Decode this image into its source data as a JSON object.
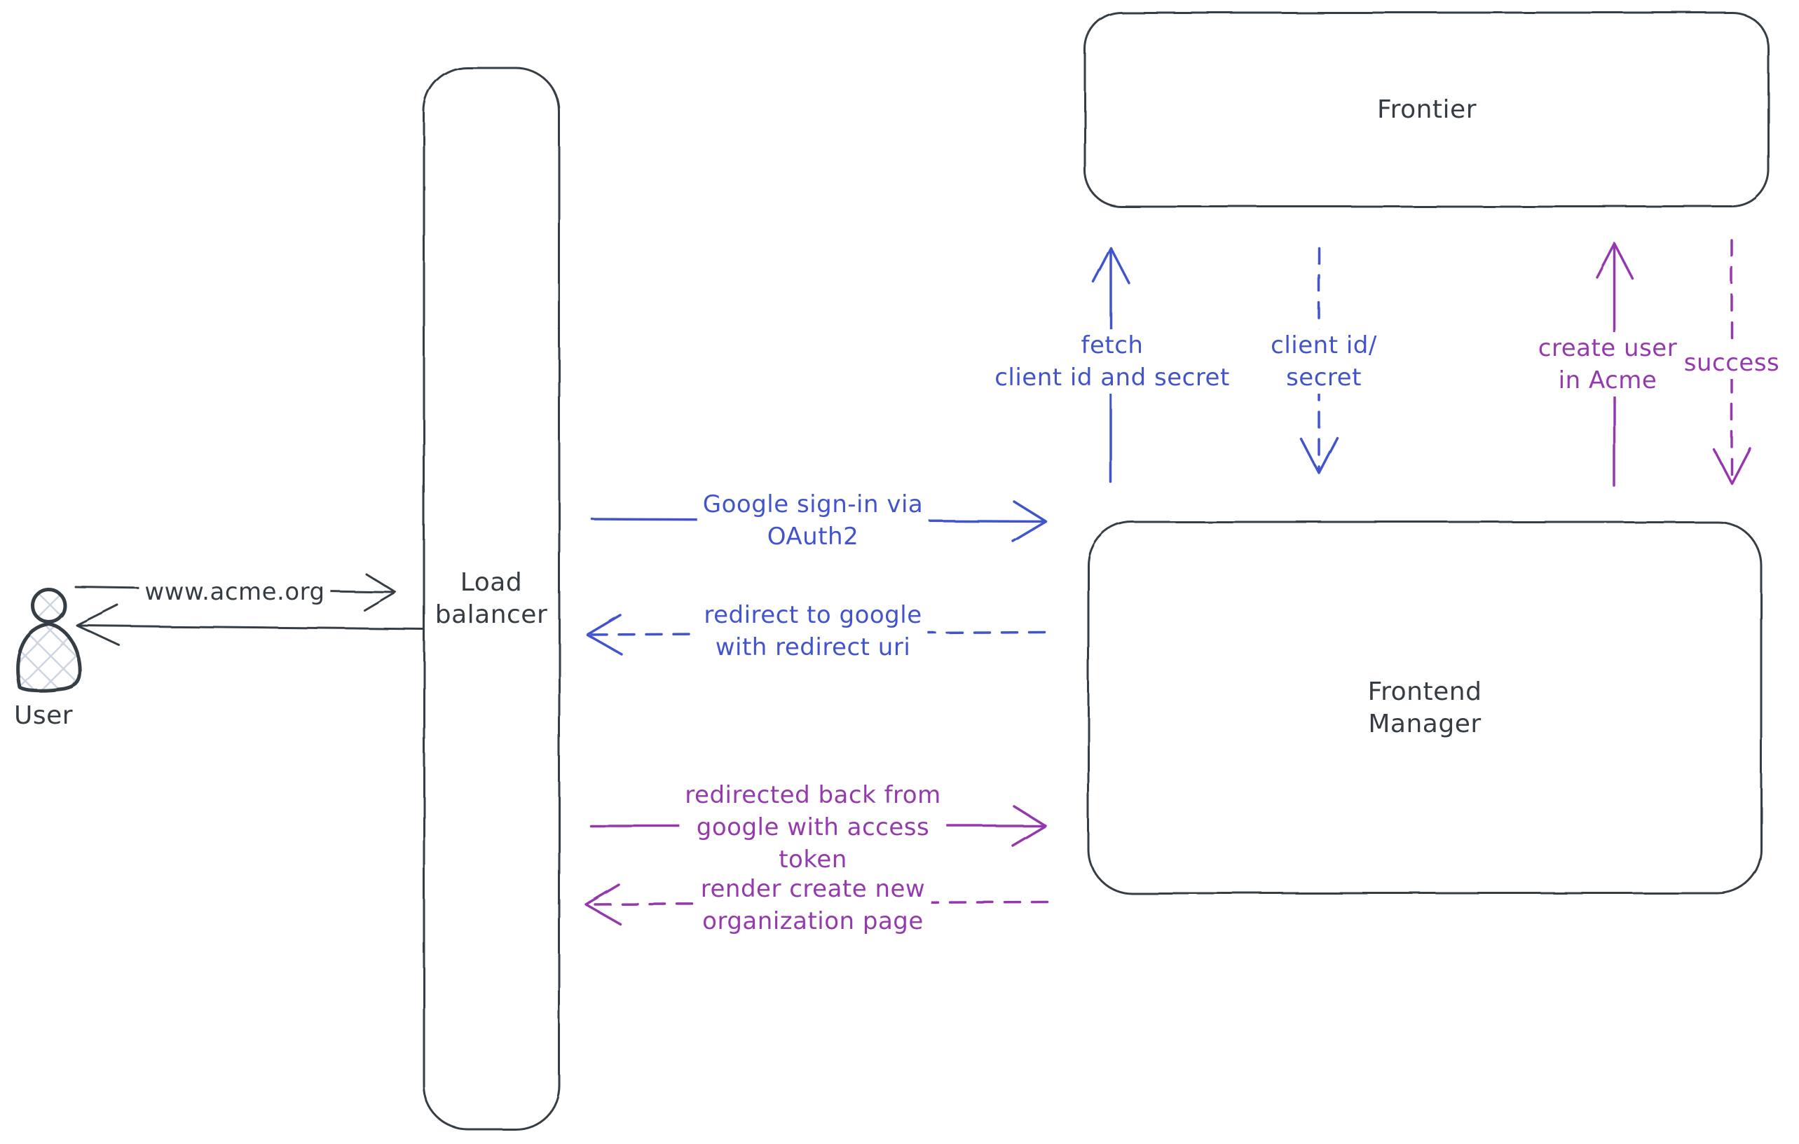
{
  "diagram": {
    "background": "#ffffff",
    "colors": {
      "dark": "#363c44",
      "blue": "#4154cd",
      "purple": "#9539ae",
      "hatch": "#ccd5e0"
    },
    "nodes": {
      "user": {
        "label": "User",
        "shape": "person"
      },
      "load_balancer": {
        "label": "Load\nbalancer",
        "shape": "rounded-rect"
      },
      "frontier": {
        "label": "Frontier",
        "shape": "rounded-rect"
      },
      "frontend_manager": {
        "label": "Frontend\nManager",
        "shape": "rounded-rect"
      }
    },
    "edges": {
      "www_acme": {
        "label": "www.acme.org",
        "from": "user",
        "to": "load_balancer",
        "style": "solid",
        "color": "dark"
      },
      "user_return": {
        "label": "",
        "from": "load_balancer",
        "to": "user",
        "style": "solid",
        "color": "dark"
      },
      "google_signin": {
        "label": "Google sign-in via\nOAuth2",
        "from": "load_balancer",
        "to": "frontend_manager",
        "style": "solid",
        "color": "blue"
      },
      "redirect_google": {
        "label": "redirect to google\nwith redirect uri",
        "from": "frontend_manager",
        "to": "load_balancer",
        "style": "dashed",
        "color": "blue"
      },
      "redirected_back": {
        "label": "redirected back from\ngoogle with access\ntoken",
        "from": "load_balancer",
        "to": "frontend_manager",
        "style": "solid",
        "color": "purple"
      },
      "render_create": {
        "label": "render create new\norganization page",
        "from": "frontend_manager",
        "to": "load_balancer",
        "style": "dashed",
        "color": "purple"
      },
      "fetch_client": {
        "label": "fetch\nclient id and secret",
        "from": "frontend_manager",
        "to": "frontier",
        "style": "solid",
        "color": "blue"
      },
      "client_id_secret": {
        "label": "client id/\nsecret",
        "from": "frontier",
        "to": "frontend_manager",
        "style": "dashed",
        "color": "blue"
      },
      "create_user": {
        "label": "create user\nin Acme",
        "from": "frontend_manager",
        "to": "frontier",
        "style": "solid",
        "color": "purple"
      },
      "success": {
        "label": "success",
        "from": "frontier",
        "to": "frontend_manager",
        "style": "dashed",
        "color": "purple"
      }
    }
  }
}
